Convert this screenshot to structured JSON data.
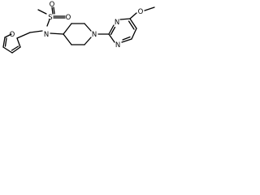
{
  "molecule": {
    "atoms": {
      "furan_o": "O",
      "sulfonyl_s": "S",
      "sulfonyl_o_upper": "O",
      "sulfonyl_o_right": "O",
      "amide_n": "N",
      "piperidine_n": "N",
      "pyrimidine_n_upper": "N",
      "pyrimidine_n_lower": "N",
      "methoxy_o": "O"
    }
  },
  "colors": {
    "bond": "#000000",
    "label": "#000000",
    "background": "#ffffff"
  }
}
